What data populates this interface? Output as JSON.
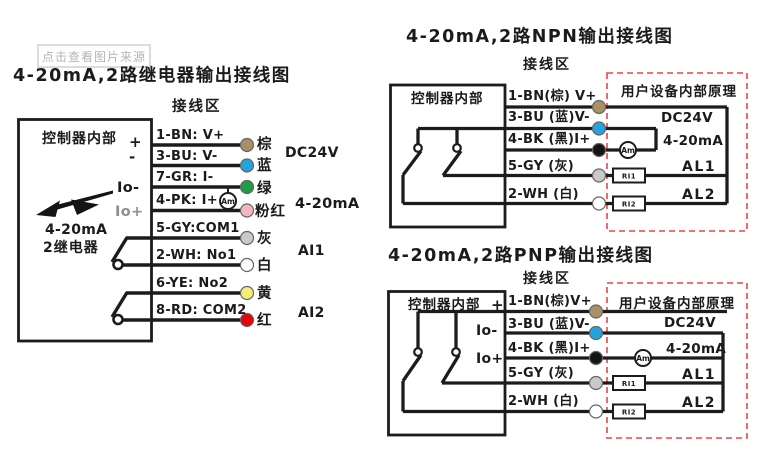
{
  "watermark": {
    "label": "点击查看图片来源"
  },
  "wire_colors": {
    "brown": "#ab9066",
    "blue": "#25a3dc",
    "green": "#1e9c46",
    "pink": "#f2b7bf",
    "gray": "#c9c9c9",
    "white": "#ffffff",
    "yellow": "#f5ec7a",
    "red": "#e8000d",
    "black": "#141414"
  },
  "ui_colors": {
    "line": "#1c1c1c",
    "dashed_box": "#f04048"
  },
  "symbols": {
    "ammeter": "Am"
  },
  "relay_diagram": {
    "title": "4-20mA,2路继电器输出接线图",
    "terminal_area": "接线区",
    "controller": "控制器内部",
    "plus": "+",
    "minus": "-",
    "io_minus": "Io-",
    "io_plus": "Io+",
    "sensor": "4-20mA",
    "relays": "2继电器",
    "terminals": [
      {
        "label": "1-BN: V+",
        "color": "brown",
        "color_name": "棕"
      },
      {
        "label": "3-BU: V-",
        "color": "blue",
        "color_name": "蓝"
      },
      {
        "label": "7-GR: I-",
        "color": "green",
        "color_name": "绿"
      },
      {
        "label": "4-PK: I+",
        "color": "pink",
        "color_name": "粉红"
      },
      {
        "label": "5-GY:COM1",
        "color": "gray",
        "color_name": "灰"
      },
      {
        "label": "2-WH: No1",
        "color": "white",
        "color_name": "白"
      },
      {
        "label": "6-YE: No2",
        "color": "yellow",
        "color_name": "黄"
      },
      {
        "label": "8-RD: COM2",
        "color": "red",
        "color_name": "红"
      }
    ],
    "power": "DC24V",
    "loop": "4-20mA",
    "out1": "AI1",
    "out2": "AI2"
  },
  "npn_diagram": {
    "title": "4-20mA,2路NPN输出接线图",
    "terminal_area": "接线区",
    "controller": "控制器内部",
    "user_device": "用户设备内部原理",
    "terminals": [
      {
        "label": "1-BN(棕) V+",
        "color": "brown"
      },
      {
        "label": "3-BU (蓝)V-",
        "color": "blue"
      },
      {
        "label": "4-BK (黑)I+",
        "color": "black"
      },
      {
        "label": "5-GY (灰)",
        "color": "gray"
      },
      {
        "label": "2-WH (白)",
        "color": "white"
      }
    ],
    "power": "DC24V",
    "loop": "4-20mA",
    "out1": "AL1",
    "out2": "AL2",
    "resistors": [
      "RI1",
      "RI2"
    ]
  },
  "pnp_diagram": {
    "title": "4-20mA,2路PNP输出接线图",
    "terminal_area": "接线区",
    "controller": "控制器内部",
    "user_device": "用户设备内部原理",
    "plus": "+",
    "io_minus": "Io-",
    "io_plus": "Io+",
    "terminals": [
      {
        "label": "1-BN(棕)V+",
        "color": "brown"
      },
      {
        "label": "3-BU (蓝)V-",
        "color": "blue"
      },
      {
        "label": "4-BK (黑)I+",
        "color": "black"
      },
      {
        "label": "5-GY (灰)",
        "color": "gray"
      },
      {
        "label": "2-WH (白)",
        "color": "white"
      }
    ],
    "power": "DC24V",
    "loop": "4-20mA",
    "out1": "AL1",
    "out2": "AL2",
    "resistors": [
      "RI1",
      "RI2"
    ]
  }
}
